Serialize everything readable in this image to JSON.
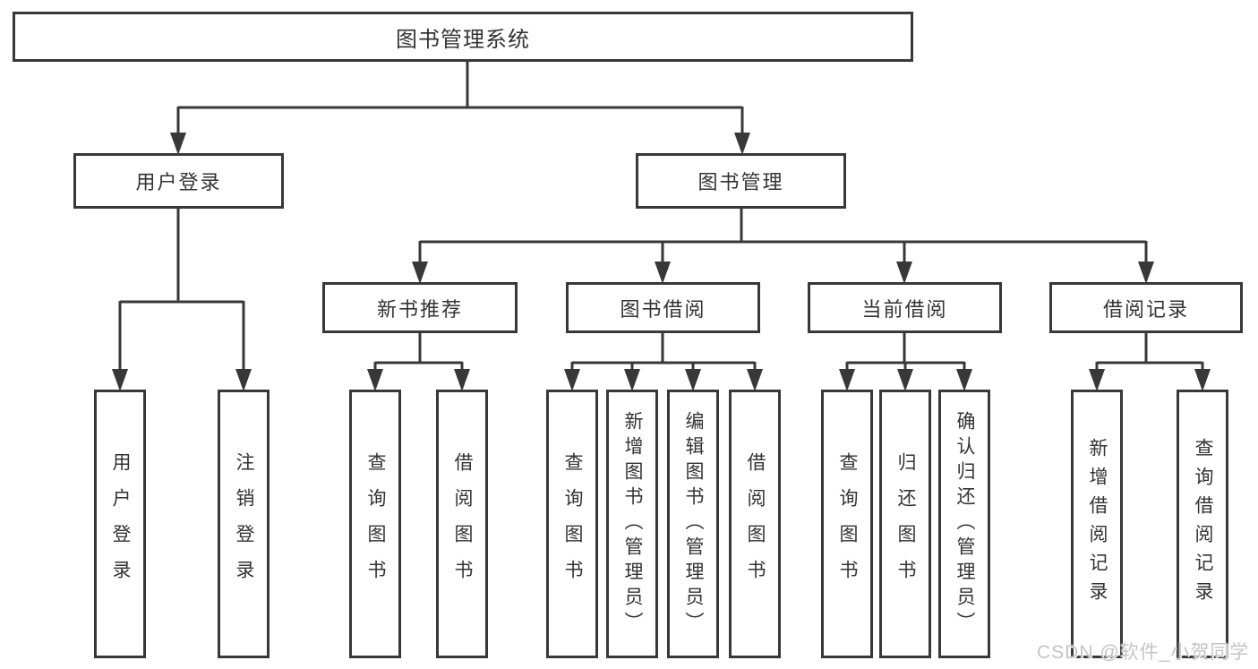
{
  "diagram_title": "图书管理系统",
  "tree": {
    "label": "图书管理系统",
    "children": [
      {
        "label": "用户登录",
        "children": [
          {
            "label": "用户登录"
          },
          {
            "label": "注销登录"
          }
        ]
      },
      {
        "label": "图书管理",
        "children": [
          {
            "label": "新书推荐",
            "children": [
              {
                "label": "查询图书"
              },
              {
                "label": "借阅图书"
              }
            ]
          },
          {
            "label": "图书借阅",
            "children": [
              {
                "label": "查询图书"
              },
              {
                "label": "新增图书（管理员）"
              },
              {
                "label": "编辑图书（管理员）"
              },
              {
                "label": "借阅图书"
              }
            ]
          },
          {
            "label": "当前借阅",
            "children": [
              {
                "label": "查询图书"
              },
              {
                "label": "归还图书"
              },
              {
                "label": "确认归还（管理员）"
              }
            ]
          },
          {
            "label": "借阅记录",
            "children": [
              {
                "label": "新增借阅记录"
              },
              {
                "label": "查询借阅记录"
              }
            ]
          }
        ]
      }
    ]
  },
  "watermark": {
    "text": "CSDN @软件_小贺同学",
    "color": "#c4c4c4"
  },
  "colors": {
    "background": "#ffffff",
    "line": "#383838",
    "box_border": "#383838",
    "text": "#333333"
  }
}
